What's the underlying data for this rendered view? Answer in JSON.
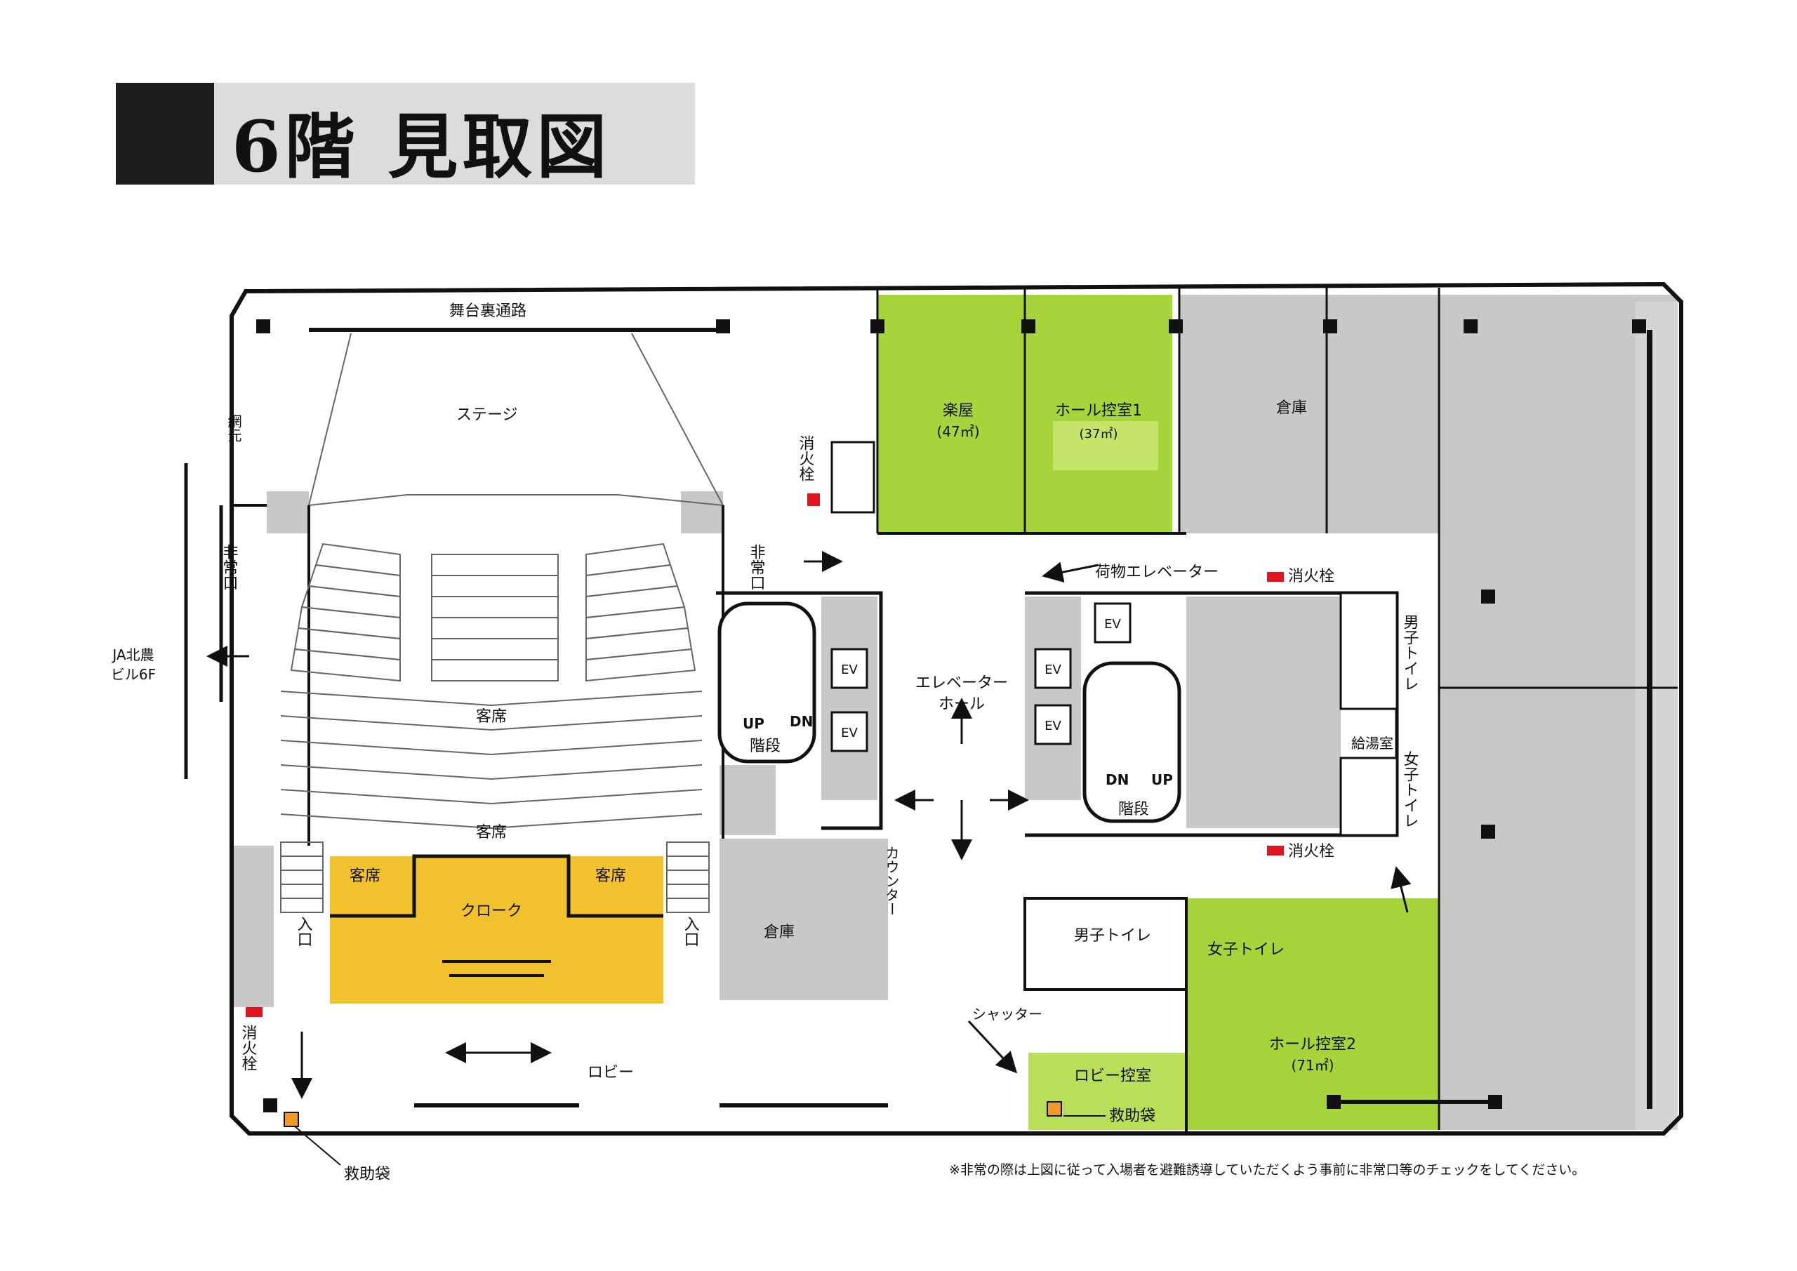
{
  "title": "6階  見取図",
  "footnote": "※非常の際は上図に従って入場者を避難誘導していただくよう事前に非常口等のチェックをしてください。",
  "colors": {
    "green": "#a6d43a",
    "yellow": "#f2c12e",
    "gray": "#c8c8c8",
    "red": "#e0141e",
    "wall": "#111111"
  },
  "labels": {
    "stage_passage": "舞台裏通路",
    "stage": "ステージ",
    "ami": "網元",
    "dressing_room": "楽屋",
    "dressing_room_area": "(47㎡)",
    "hall_room1": "ホール控室1",
    "hall_room1_area": "(37㎡)",
    "storage_top": "倉庫",
    "hydrant": "消火栓",
    "emergency_exit": "非常口",
    "ja_building": "JA北農",
    "ja_building_floor": "ビル6F",
    "seats": "客席",
    "seats_lower": "客席",
    "seats_left": "客席",
    "seats_right": "客席",
    "cloak": "クローク",
    "entrance": "入口",
    "counter": "カウンター",
    "storage_mid": "倉庫",
    "ev": "EV",
    "up": "UP",
    "dn": "DN",
    "stairs": "階段",
    "elevator_hall": "エレベーター",
    "elevator_hall_2": "ホール",
    "freight_elevator": "荷物エレベーター",
    "mens_toilet": "男子トイレ",
    "womens_toilet": "女子トイレ",
    "kitchenette": "給湯室",
    "shutter": "シャッター",
    "lobby": "ロビー",
    "lobby_room": "ロビー控室",
    "hall_room2": "ホール控室2",
    "hall_room2_area": "(71㎡)",
    "rescue_bag": "救助袋"
  }
}
